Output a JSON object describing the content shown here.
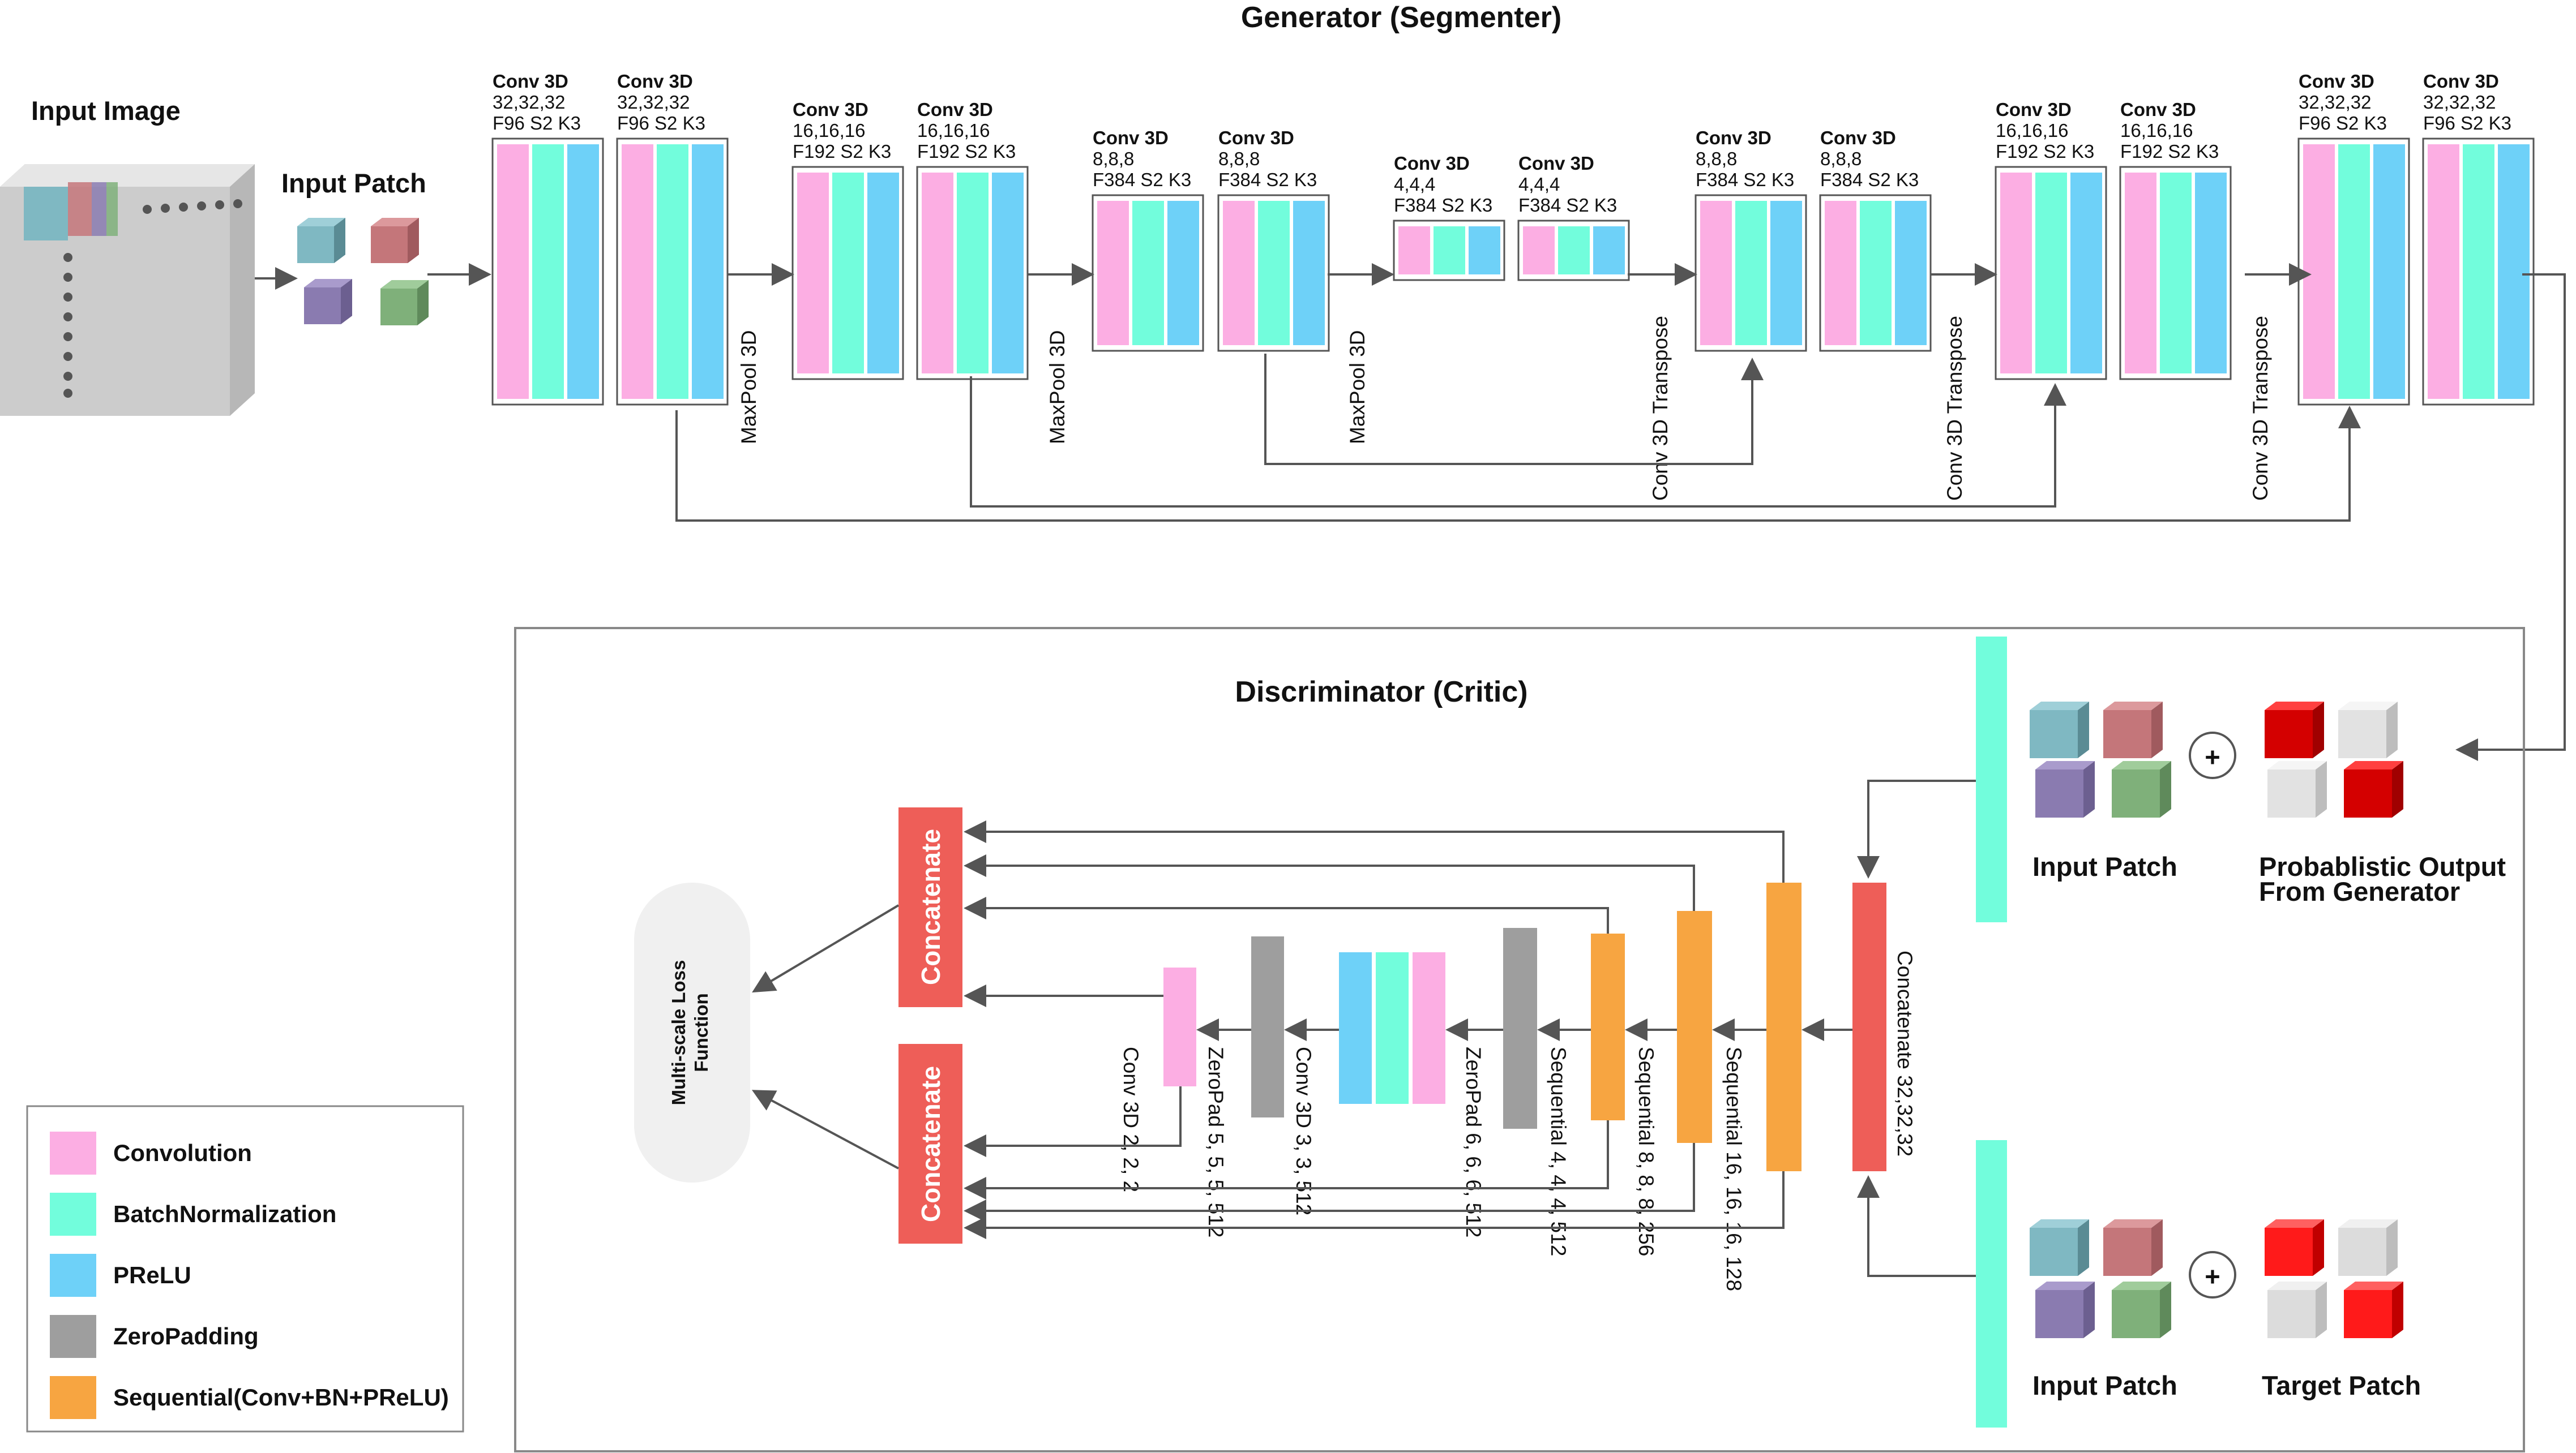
{
  "titles": {
    "generator": "Generator (Segmenter)",
    "discriminator": "Discriminator (Critic)"
  },
  "labels": {
    "input_image": "Input Image",
    "input_patch": "Input Patch",
    "input_patch_d1": "Input Patch",
    "input_patch_d2": "Input Patch",
    "prob_output_1": "Probablistic Output",
    "prob_output_2": "From Generator",
    "target_patch": "Target Patch",
    "multi_loss_1": "Multi-scale Loss",
    "multi_loss_2": "Function",
    "concatenate": "Concatenate",
    "plus": "+"
  },
  "colors": {
    "convolution": "#fcaee3",
    "batchnorm": "#72fddc",
    "prelu": "#6ed1f8",
    "zeropadding": "#9e9e9e",
    "sequential": "#f7a541",
    "concatenate": "#ee5e58",
    "arrow": "#555555"
  },
  "generator_blocks": [
    {
      "title": "Conv 3D",
      "dims": "32,32,32",
      "params": "F96 S2 K3"
    },
    {
      "title": "Conv 3D",
      "dims": "32,32,32",
      "params": "F96 S2 K3"
    },
    {
      "title": "Conv 3D",
      "dims": "16,16,16",
      "params": "F192 S2 K3"
    },
    {
      "title": "Conv 3D",
      "dims": "16,16,16",
      "params": "F192 S2 K3"
    },
    {
      "title": "Conv 3D",
      "dims": "8,8,8",
      "params": "F384 S2 K3"
    },
    {
      "title": "Conv 3D",
      "dims": "8,8,8",
      "params": "F384 S2 K3"
    },
    {
      "title": "Conv 3D",
      "dims": "4,4,4",
      "params": "F384 S2 K3"
    },
    {
      "title": "Conv 3D",
      "dims": "4,4,4",
      "params": "F384 S2 K3"
    },
    {
      "title": "Conv 3D",
      "dims": "8,8,8",
      "params": "F384 S2 K3"
    },
    {
      "title": "Conv 3D",
      "dims": "8,8,8",
      "params": "F384 S2 K3"
    },
    {
      "title": "Conv 3D",
      "dims": "16,16,16",
      "params": "F192 S2 K3"
    },
    {
      "title": "Conv 3D",
      "dims": "16,16,16",
      "params": "F192 S2 K3"
    },
    {
      "title": "Conv 3D",
      "dims": "32,32,32",
      "params": "F96 S2 K3"
    },
    {
      "title": "Conv 3D",
      "dims": "32,32,32",
      "params": "F96 S2 K3"
    }
  ],
  "generator_ops": [
    "MaxPool 3D",
    "MaxPool 3D",
    "MaxPool 3D",
    "Conv 3D Transpose",
    "Conv 3D Transpose",
    "Conv 3D Transpose"
  ],
  "discriminator_layers": [
    "Concatenate 32,32,32",
    "Sequential 16, 16, 16, 128",
    "Sequential 8, 8, 8, 256",
    "Sequential 4, 4, 4, 512",
    "ZeroPad 6, 6, 6, 512",
    "Conv 3D 3, 3, 512",
    "ZeroPad 5, 5, 5, 512",
    "Conv 3D 2, 2, 2"
  ],
  "legend": [
    {
      "label": "Convolution",
      "color": "#fcaee3"
    },
    {
      "label": "BatchNormalization",
      "color": "#72fddc"
    },
    {
      "label": "PReLU",
      "color": "#6ed1f8"
    },
    {
      "label": "ZeroPadding",
      "color": "#9e9e9e"
    },
    {
      "label": "Sequential(Conv+BN+PReLU)",
      "color": "#f7a541"
    }
  ]
}
